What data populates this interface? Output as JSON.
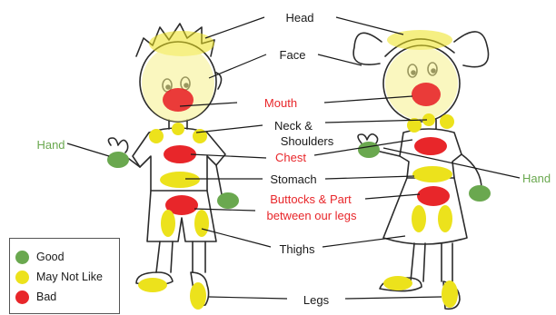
{
  "colors": {
    "good": "#6aa84f",
    "may_not_like": "#ece21c",
    "bad": "#e8262a",
    "outline": "#2b2b2b",
    "skin_tint": "#f6f08a"
  },
  "labels": {
    "head": "Head",
    "face": "Face",
    "mouth": "Mouth",
    "neck_line1": "Neck &",
    "neck_line2": "Shoulders",
    "chest": "Chest",
    "stomach": "Stomach",
    "buttocks_line1": "Buttocks & Part",
    "buttocks_line2": "between our legs",
    "thighs": "Thighs",
    "legs": "Legs",
    "hand_left": "Hand",
    "hand_right": "Hand"
  },
  "legend": {
    "items": [
      {
        "label": "Good",
        "color": "#6aa84f"
      },
      {
        "label": "May Not Like",
        "color": "#ece21c"
      },
      {
        "label": "Bad",
        "color": "#e8262a"
      }
    ]
  }
}
